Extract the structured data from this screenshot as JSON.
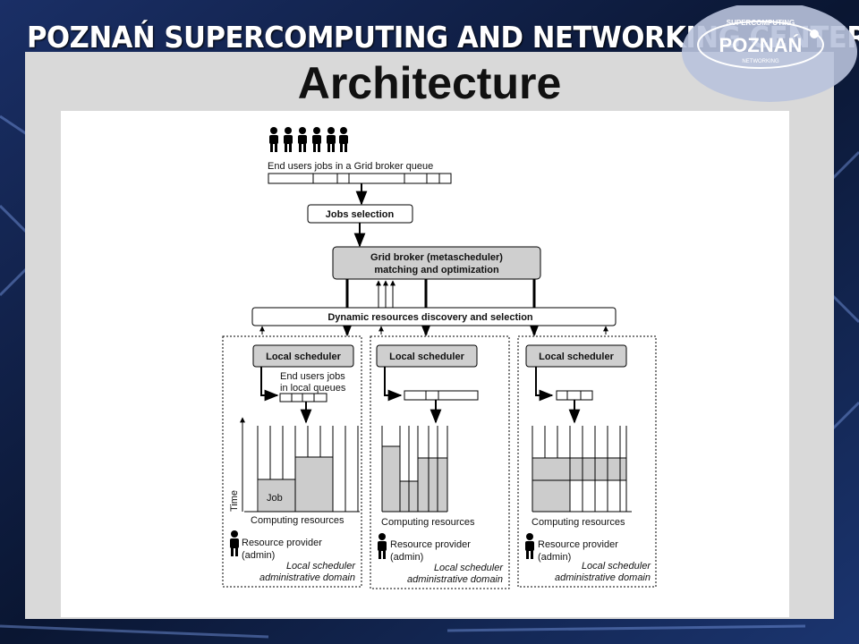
{
  "header": {
    "banner": "POZNAŃ SUPERCOMPUTING AND NETWORKING CENTER",
    "logo_arc_text": "SUPERCOMPUTING",
    "logo_main": "POZNAŃ",
    "logo_sub": "NETWORKING"
  },
  "slide_title": "Architecture",
  "diagram": {
    "queue_label": "End users jobs in a Grid broker queue",
    "jobs_selection": "Jobs selection",
    "grid_broker_line1": "Grid broker (metascheduler)",
    "grid_broker_line2": "matching and optimization",
    "discovery": "Dynamic resources discovery and selection",
    "local_scheduler": "Local scheduler",
    "local_queue_line1": "End users jobs",
    "local_queue_line2": "in local queues",
    "time_label": "Time",
    "job_label": "Job",
    "computing_resources": "Computing resources",
    "provider_line1": "Resource provider",
    "provider_line2": "(admin)",
    "domain_line1": "Local scheduler",
    "domain_line2": "administrative domain"
  },
  "colors": {
    "panel": "#d9d9d9",
    "box_fill": "#cfcfcf",
    "job_fill": "#cccccc"
  }
}
